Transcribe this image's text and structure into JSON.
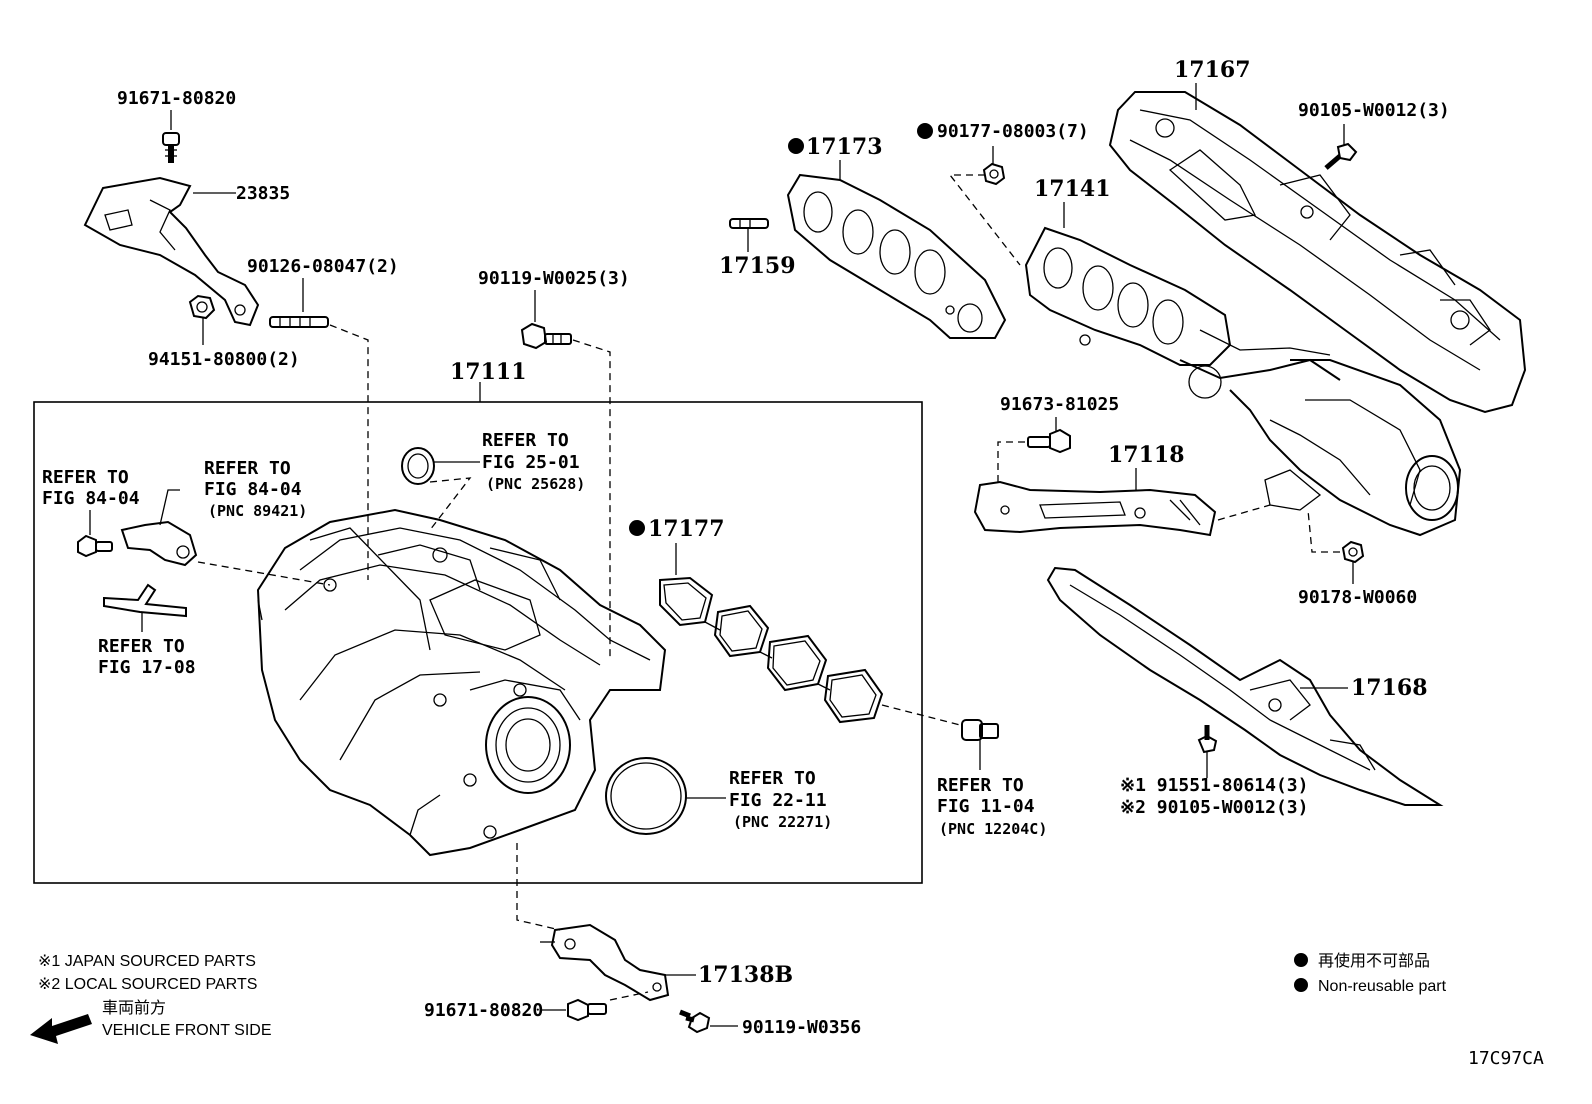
{
  "labels": {
    "bolt_top_left": "91671-80820",
    "bracket_23835": "23835",
    "stud_90126": "90126-08047(2)",
    "nut_94151": "94151-80800(2)",
    "bolt_90119_top": "90119-W0025(3)",
    "manifold_17111": "17111",
    "ref_2501_a": "REFER TO",
    "ref_2501_b": "FIG 25-01",
    "ref_2501_c": "(PNC 25628)",
    "ref_8404_left_a": "REFER TO",
    "ref_8404_left_b": "FIG 84-04",
    "ref_8404_mid_a": "REFER TO",
    "ref_8404_mid_b": "FIG 84-04",
    "ref_8404_mid_c": "(PNC 89421)",
    "ref_1708_a": "REFER TO",
    "ref_1708_b": "FIG 17-08",
    "gasket_17177": "17177",
    "ref_2211_a": "REFER TO",
    "ref_2211_b": "FIG 22-11",
    "ref_2211_c": "(PNC 22271)",
    "ref_1104_a": "REFER TO",
    "ref_1104_b": "FIG 11-04",
    "ref_1104_c": "(PNC 12204C)",
    "gasket_17173": "17173",
    "stud_17159": "17159",
    "nut_90177": "90177-08003(7)",
    "manifold_17141": "17141",
    "insulator_17167": "17167",
    "bolt_90105_top": "90105-W0012(3)",
    "bolt_91673": "91673-81025",
    "bracket_17118": "17118",
    "nut_90178": "90178-W0060",
    "insulator_17168": "17168",
    "note_jp_bolt": "※1 91551-80614(3)",
    "note_local_bolt": "※2 90105-W0012(3)",
    "bracket_17138b": "17138B",
    "bolt_bottom_left": "91671-80820",
    "bolt_90119_bottom": "90119-W0356",
    "diagram_code": "17C97CA"
  },
  "legend": {
    "japan_sourced": "※1 JAPAN SOURCED PARTS",
    "local_sourced": "※2 LOCAL SOURCED PARTS",
    "front_jp": "車両前方",
    "front_en": "VEHICLE FRONT SIDE",
    "nonreusable_jp": "再使用不可部品",
    "nonreusable_en": "Non-reusable part"
  }
}
